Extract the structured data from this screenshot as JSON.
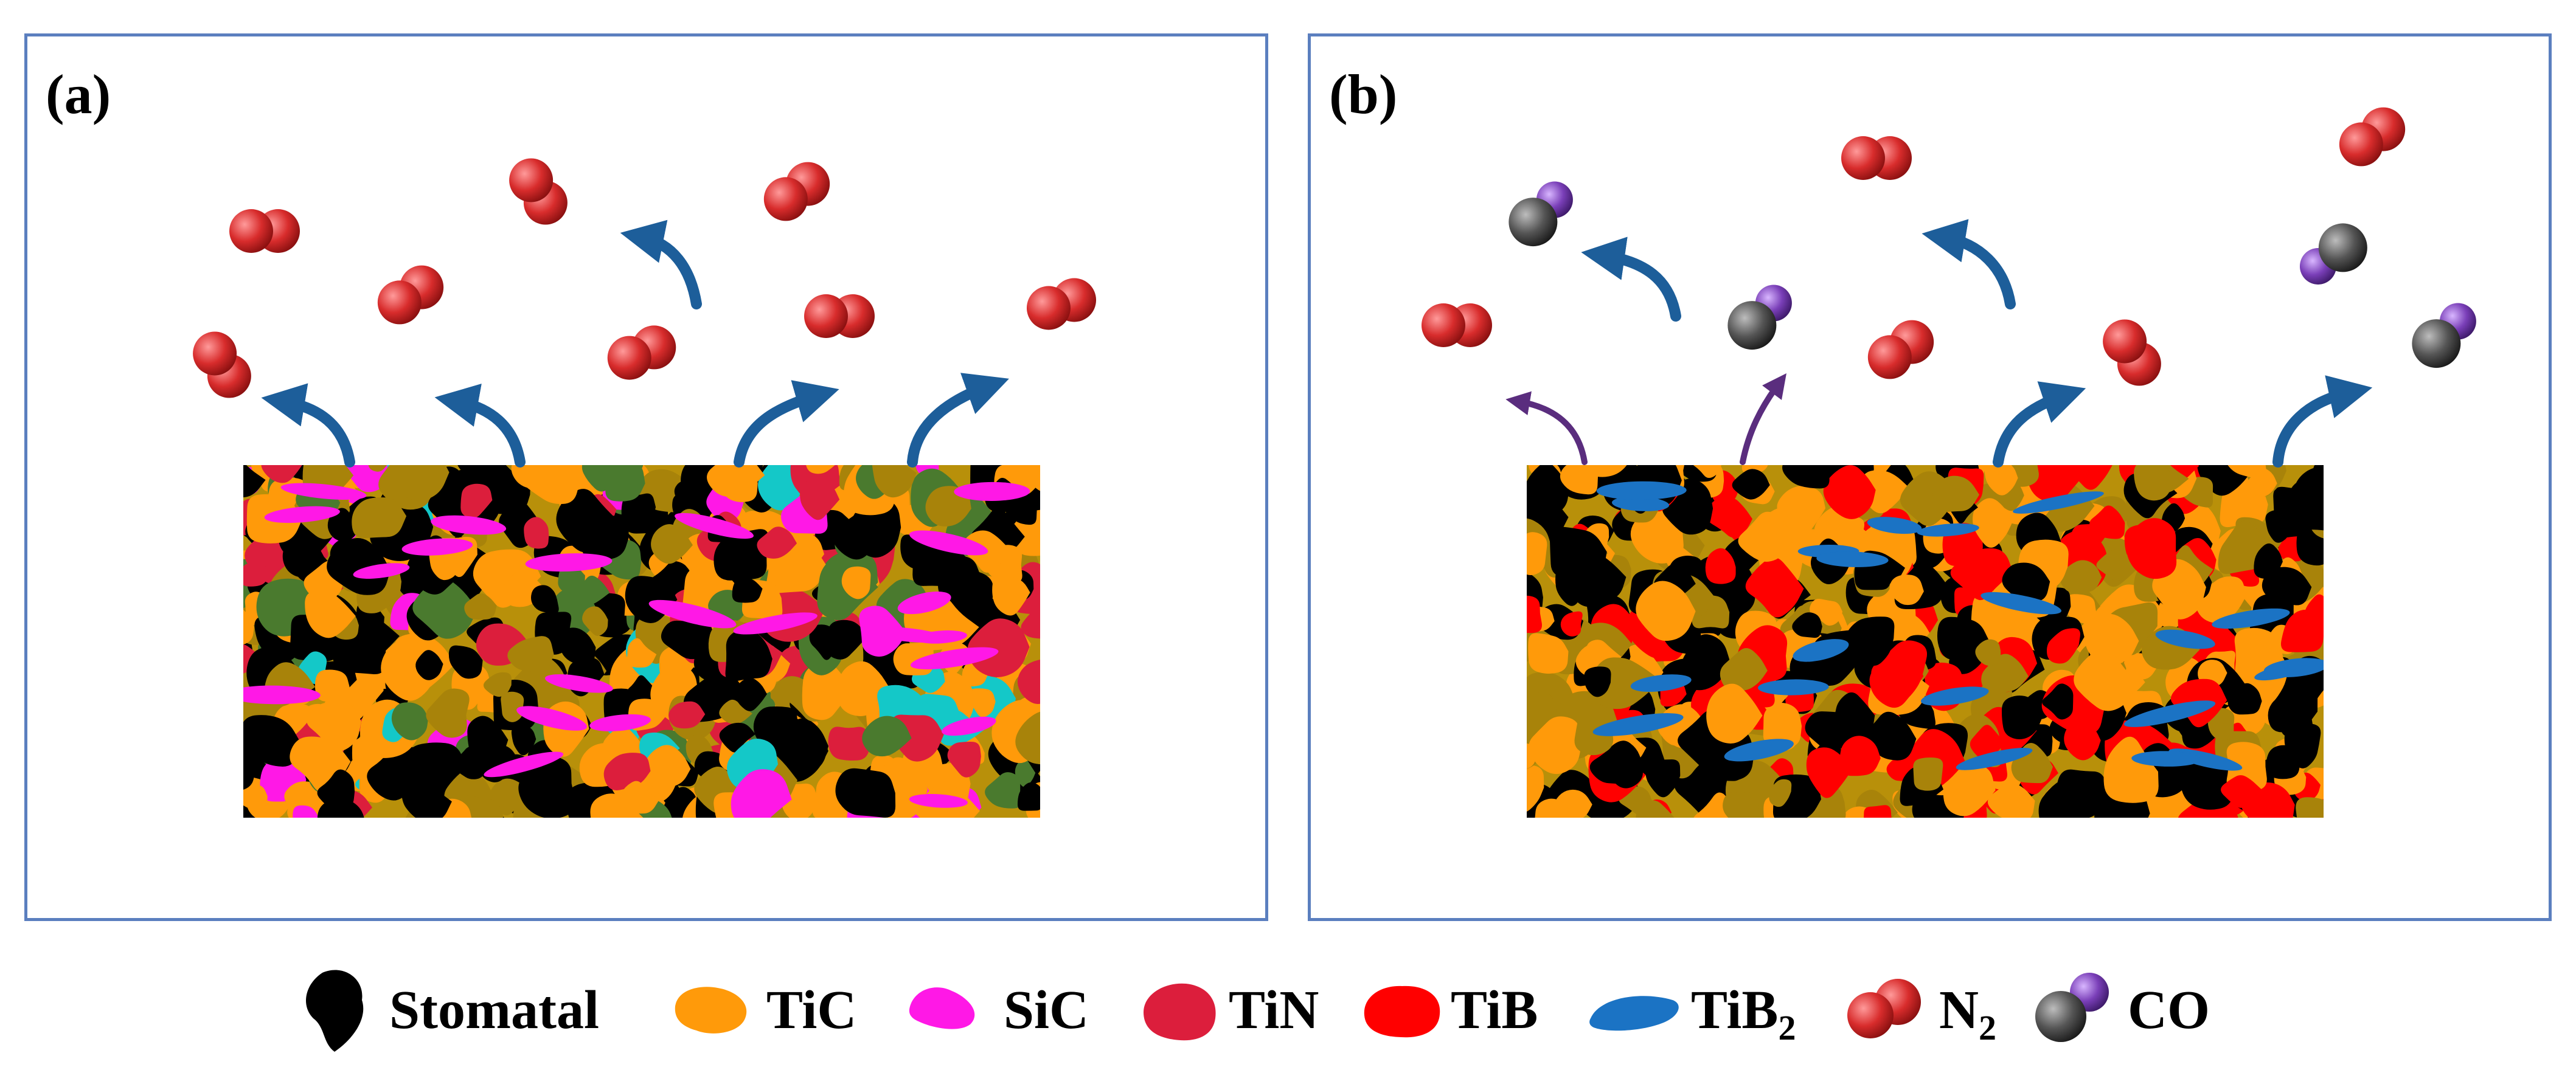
{
  "panels": {
    "a": {
      "label": "(a)"
    },
    "b": {
      "label": "(b)"
    }
  },
  "legend": {
    "stomatal": "Stomatal",
    "tic": "TiC",
    "sic": "SiC",
    "tin": "TiN",
    "tib": "TiB",
    "tib2_base": "TiB",
    "tib2_sub": "2",
    "n2_base": "N",
    "n2_sub": "2",
    "co": "CO"
  },
  "colors": {
    "stomatal": "#000000",
    "tic": "#ff9a0a",
    "sic": "#ff18e6",
    "tin": "#dc1e3c",
    "tib": "#ff0000",
    "tib2": "#1b73c4",
    "matrix": "#b8900a",
    "green_phase": "#4a7a2e",
    "cyan_phase": "#14c8c8",
    "n_atom": "#d82c2c",
    "c_atom": "#555555",
    "o_atom": "#7a3fb8",
    "arrow_blue": "#1d5e9a",
    "arrow_purple": "#5a2d7e",
    "border": "#5b7fbf"
  }
}
